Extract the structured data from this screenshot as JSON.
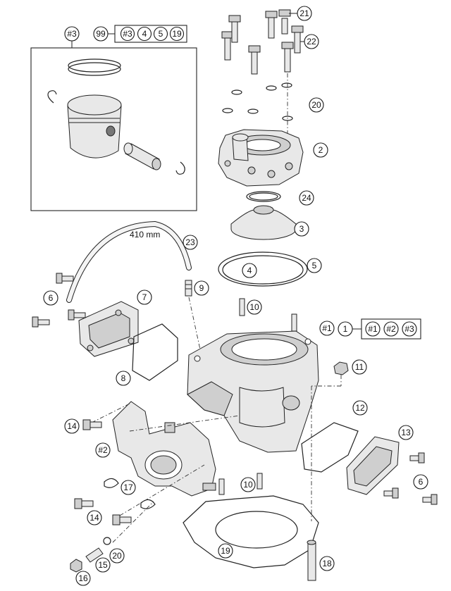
{
  "colors": {
    "line": "#222222",
    "part_fill": "#e8e8e8",
    "background": "#ffffff"
  },
  "hose_length_label": "410 mm",
  "set_groups": {
    "piston_set": {
      "main": "99",
      "members": [
        "#3",
        "4",
        "5",
        "19"
      ]
    },
    "cylinder_set": {
      "main": "1",
      "members": [
        "#1",
        "#2",
        "#3"
      ]
    }
  },
  "callouts": {
    "c_piston_box": "#3",
    "c2": "2",
    "c3": "3",
    "c4": "4",
    "c5": "5",
    "c6a": "6",
    "c6b": "6",
    "c7": "7",
    "c8": "8",
    "c9": "9",
    "c10a": "10",
    "c10b": "10",
    "c11": "11",
    "c12": "12",
    "c13": "13",
    "c14a": "14",
    "c14b": "14",
    "c15": "15",
    "c16": "16",
    "c17": "17",
    "c18": "18",
    "c19": "19",
    "c20a": "20",
    "c20b": "20",
    "c21": "21",
    "c22": "22",
    "c23": "23",
    "c24": "24",
    "c_cyl": "#1",
    "c_exh": "#2"
  }
}
